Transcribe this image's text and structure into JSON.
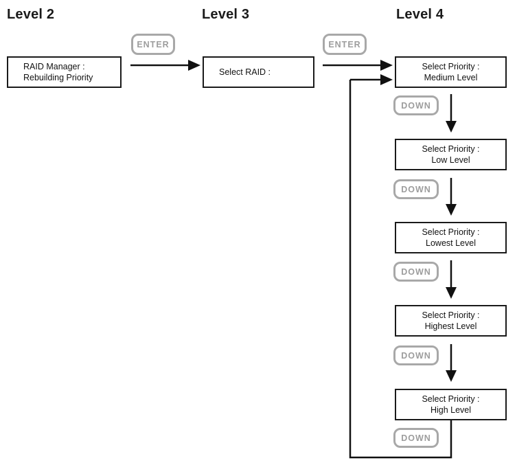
{
  "headers": [
    {
      "id": "level2",
      "label": "Level 2"
    },
    {
      "id": "level3",
      "label": "Level 3"
    },
    {
      "id": "level4",
      "label": "Level 4"
    }
  ],
  "key_labels": {
    "enter": "ENTER",
    "down": "DOWN"
  },
  "nodes": {
    "raid_manager": {
      "line1": "RAID Manager :",
      "line2": "Rebuilding Priority"
    },
    "select_raid": {
      "line1": "Select RAID :"
    },
    "priority_medium": {
      "line1": "Select Priority :",
      "line2": "Medium Level"
    },
    "priority_low": {
      "line1": "Select Priority :",
      "line2": "Low Level"
    },
    "priority_lowest": {
      "line1": "Select Priority :",
      "line2": "Lowest Level"
    },
    "priority_highest": {
      "line1": "Select Priority :",
      "line2": "Highest Level"
    },
    "priority_high": {
      "line1": "Select Priority :",
      "line2": "High Level"
    }
  },
  "colors": {
    "background": "#ffffff",
    "box_border": "#1a1a1a",
    "box_text": "#111111",
    "key_border": "#a8a8a8",
    "key_text": "#9d9d9d",
    "arrow": "#111111"
  }
}
